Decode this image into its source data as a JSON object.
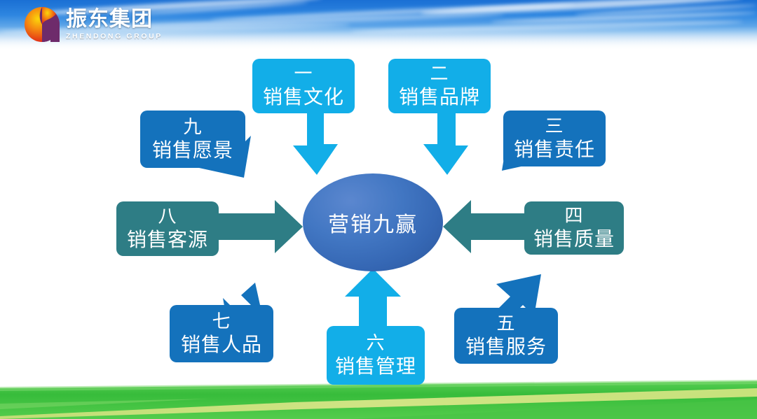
{
  "slide": {
    "title": "营销九赢",
    "background": {
      "sky_color": "#2E86E0",
      "grass_color": "#3FBE3F"
    }
  },
  "logo": {
    "name_cn": "振东集团",
    "name_en": "ZHENDONG GROUP",
    "mark_icon": "zhendong-circle-logo-icon",
    "mark_colors": {
      "warm_start": "#E2261C",
      "warm_mid": "#F07E12",
      "warm_end": "#FCD00A",
      "accent": "#6E2B6B"
    }
  },
  "colors": {
    "cyan": "#12AEE8",
    "blue": "#1472BC",
    "teal": "#2E7D85",
    "center": "#3E73C0"
  },
  "center": {
    "label": "营销九赢"
  },
  "nodes": [
    {
      "id": "n1",
      "num": "一",
      "label": "销售文化",
      "color": "#12AEE8",
      "tail": "down-right"
    },
    {
      "id": "n2",
      "num": "二",
      "label": "销售品牌",
      "color": "#12AEE8",
      "tail": "down-left"
    },
    {
      "id": "n3",
      "num": "三",
      "label": "销售责任",
      "color": "#1472BC",
      "tail": "down-left"
    },
    {
      "id": "n4",
      "num": "四",
      "label": "销售质量",
      "color": "#2E7D85",
      "tail": "left"
    },
    {
      "id": "n5",
      "num": "五",
      "label": "销售服务",
      "color": "#1472BC",
      "tail": "up-left"
    },
    {
      "id": "n6",
      "num": "六",
      "label": "销售管理",
      "color": "#12AEE8",
      "tail": "up"
    },
    {
      "id": "n7",
      "num": "七",
      "label": "销售人品",
      "color": "#1472BC",
      "tail": "up-right"
    },
    {
      "id": "n8",
      "num": "八",
      "label": "销售客源",
      "color": "#2E7D85",
      "tail": "right"
    },
    {
      "id": "n9",
      "num": "九",
      "label": "销售愿景",
      "color": "#1472BC",
      "tail": "down-right"
    }
  ]
}
